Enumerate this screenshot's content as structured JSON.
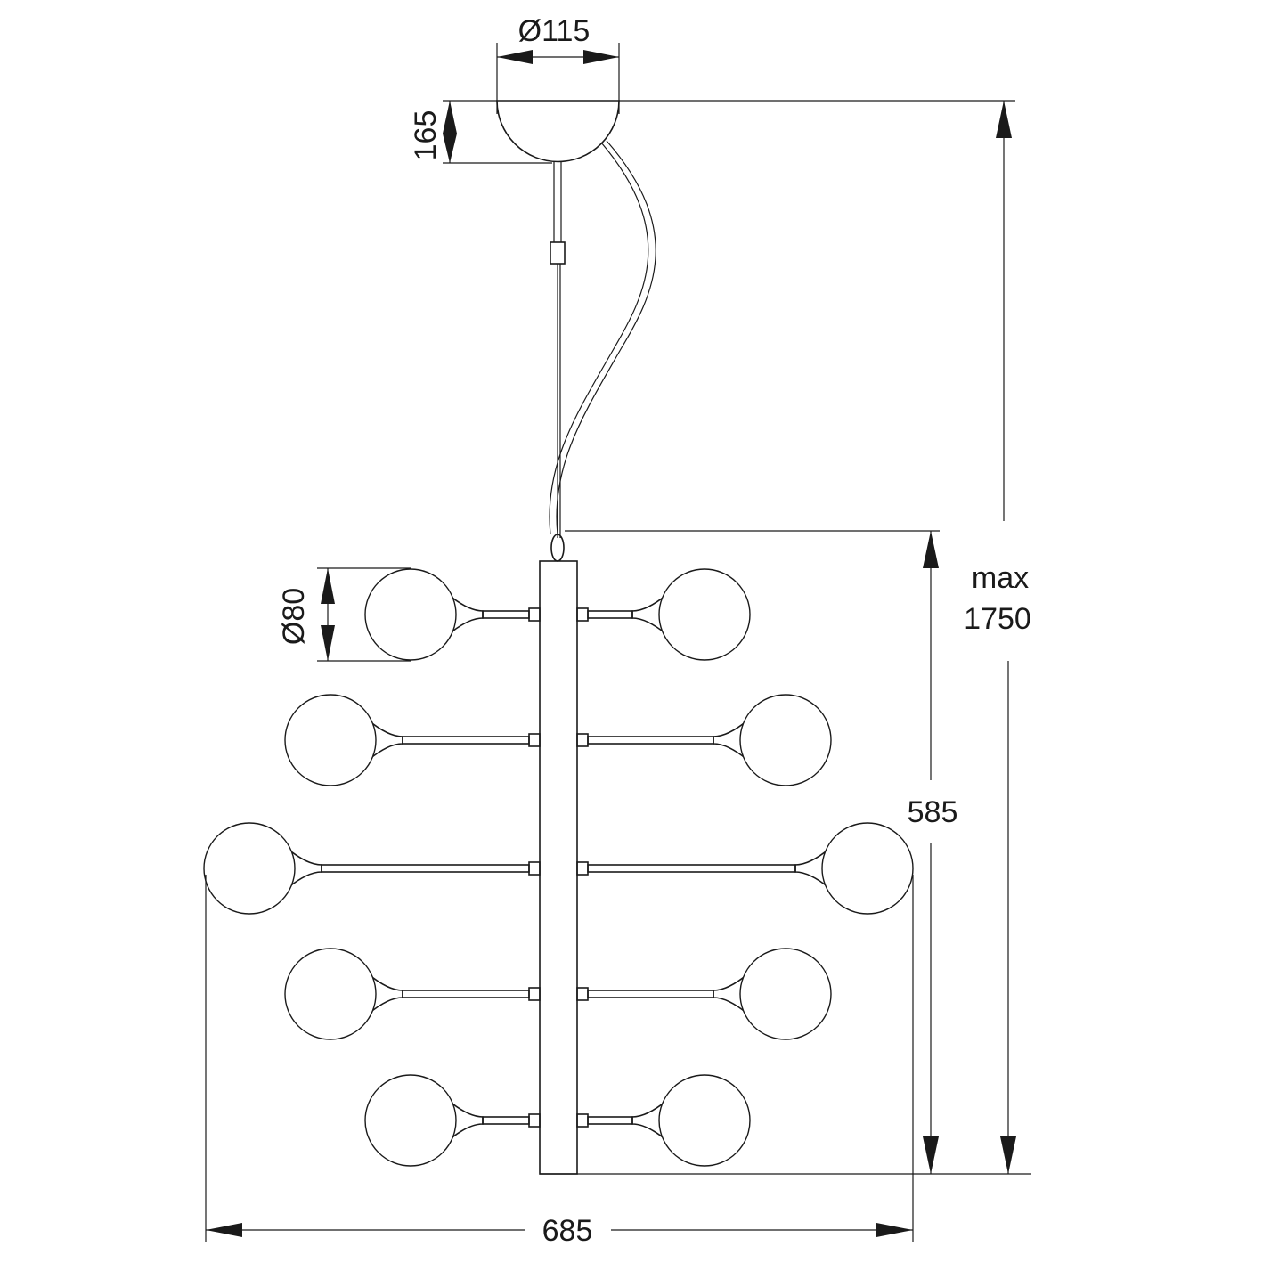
{
  "dimensions": {
    "canopy_diameter": "Ø115",
    "canopy_height": "165",
    "globe_diameter": "Ø80",
    "body_height": "585",
    "max_height_line1": "max",
    "max_height_line2": "1750",
    "total_width": "685"
  },
  "globe_rows": [
    {
      "row": 1,
      "count": 2
    },
    {
      "row": 2,
      "count": 2
    },
    {
      "row": 3,
      "count": 2
    },
    {
      "row": 4,
      "count": 2
    },
    {
      "row": 5,
      "count": 2
    }
  ]
}
